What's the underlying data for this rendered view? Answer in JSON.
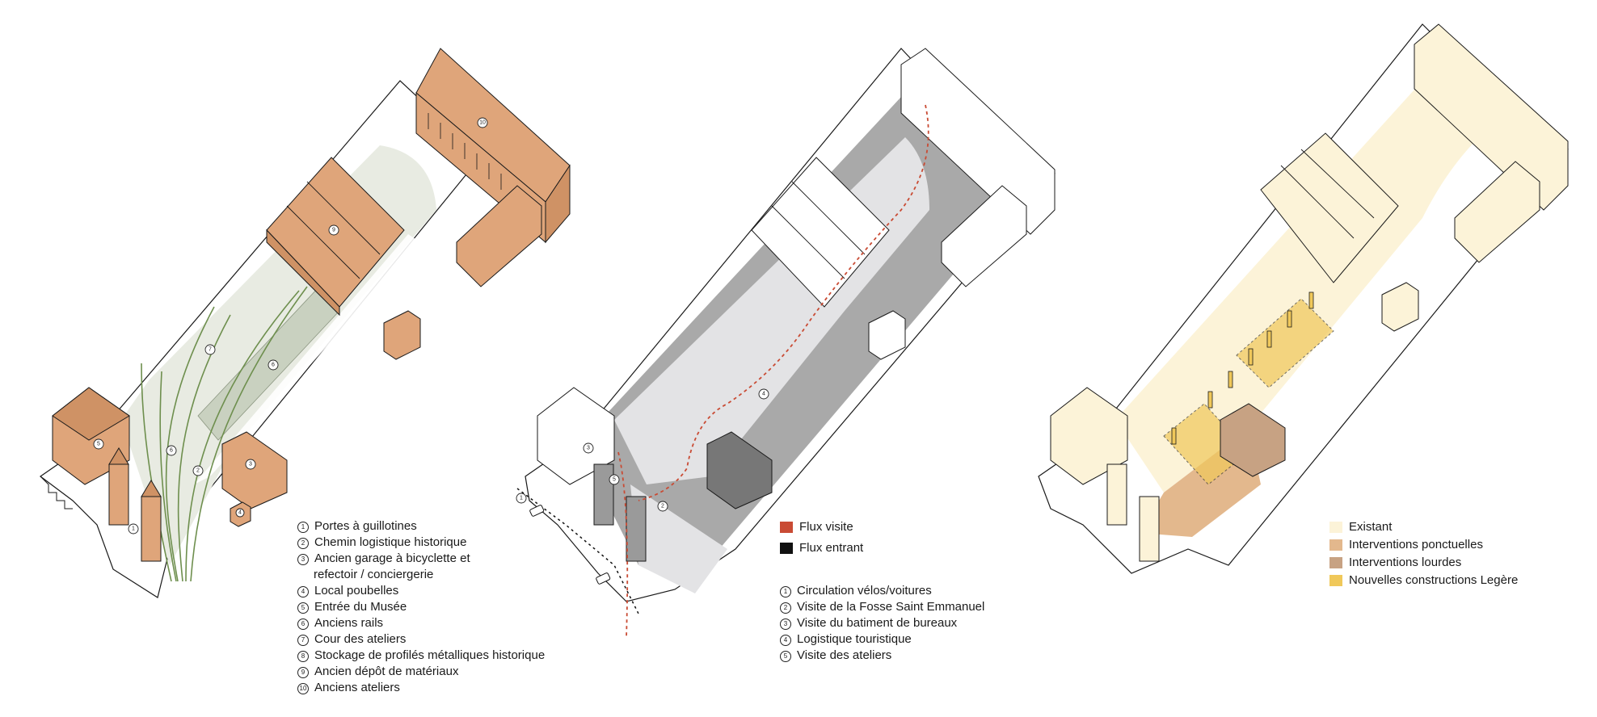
{
  "colors": {
    "brick": "#dfa57a",
    "ground_green": "#e8ebe2",
    "rail_green": "#6e8f4e",
    "asphalt_grey": "#a9a9a9",
    "light_grey": "#e3e3e5",
    "flux_visite_red": "#c94b34",
    "flux_entrant_black": "#111111",
    "existant": "#fcf3d8",
    "ponctuelles": "#e3b88d",
    "lourdes": "#c7a283",
    "legere": "#f0c85a"
  },
  "panel1": {
    "legend": [
      {
        "num": "1",
        "label": "Portes à guillotines"
      },
      {
        "num": "2",
        "label": "Chemin logistique historique"
      },
      {
        "num": "3",
        "label": "Ancien garage à bicyclette et"
      },
      {
        "num": "",
        "label": "refectoir / conciergerie"
      },
      {
        "num": "4",
        "label": "Local poubelles"
      },
      {
        "num": "5",
        "label": "Entrée du Musée"
      },
      {
        "num": "6",
        "label": "Anciens rails"
      },
      {
        "num": "7",
        "label": "Cour des ateliers"
      },
      {
        "num": "8",
        "label": "Stockage de profilés métalliques historique"
      },
      {
        "num": "9",
        "label": "Ancien dépôt de matériaux"
      },
      {
        "num": "10",
        "label": "Anciens ateliers"
      }
    ],
    "markers": [
      "10",
      "9",
      "7",
      "6",
      "3",
      "6",
      "5",
      "2",
      "1",
      "4"
    ]
  },
  "panel2": {
    "flux_legend": [
      {
        "label": "Flux visite",
        "color": "#c94b34"
      },
      {
        "label": "Flux entrant",
        "color": "#111111"
      }
    ],
    "legend": [
      {
        "num": "1",
        "label": "Circulation vélos/voitures"
      },
      {
        "num": "2",
        "label": "Visite de la Fosse Saint Emmanuel"
      },
      {
        "num": "3",
        "label": "Visite du batiment de bureaux"
      },
      {
        "num": "4",
        "label": "Logistique touristique"
      },
      {
        "num": "5",
        "label": "Visite des ateliers"
      }
    ],
    "markers": [
      "4",
      "3",
      "5",
      "2",
      "1"
    ]
  },
  "panel3": {
    "legend": [
      {
        "label": "Existant",
        "color": "#fcf3d8"
      },
      {
        "label": "Interventions ponctuelles",
        "color": "#e3b88d"
      },
      {
        "label": "Interventions lourdes",
        "color": "#c7a283"
      },
      {
        "label": "Nouvelles constructions Legère",
        "color": "#f0c85a"
      }
    ]
  }
}
